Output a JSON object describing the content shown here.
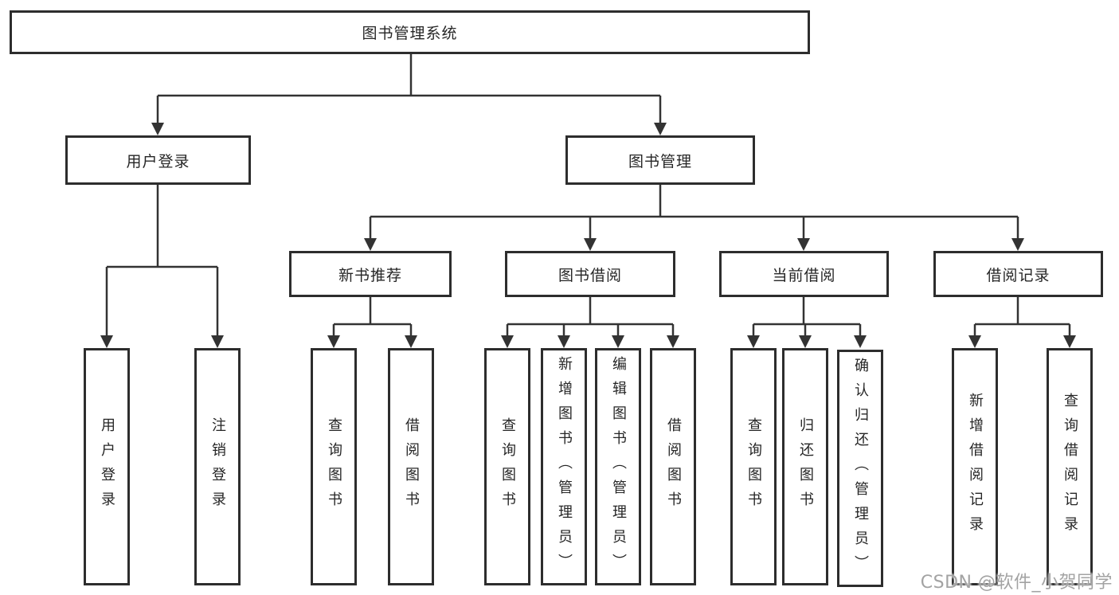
{
  "tree": {
    "root": {
      "label": "图书管理系统"
    },
    "branches": [
      {
        "label": "用户登录",
        "children": [
          {
            "label": "用户登录"
          },
          {
            "label": "注销登录"
          }
        ]
      },
      {
        "label": "图书管理",
        "children": [
          {
            "label": "新书推荐",
            "children": [
              {
                "label": "查询图书"
              },
              {
                "label": "借阅图书"
              }
            ]
          },
          {
            "label": "图书借阅",
            "children": [
              {
                "label": "查询图书"
              },
              {
                "label": "新增图书（管理员）"
              },
              {
                "label": "编辑图书（管理员）"
              },
              {
                "label": "借阅图书"
              }
            ]
          },
          {
            "label": "当前借阅",
            "children": [
              {
                "label": "查询图书"
              },
              {
                "label": "归还图书"
              },
              {
                "label": "确认归还（管理员）"
              }
            ]
          },
          {
            "label": "借阅记录",
            "children": [
              {
                "label": "新增借阅记录"
              },
              {
                "label": "查询借阅记录"
              }
            ]
          }
        ]
      }
    ]
  },
  "watermark": {
    "text": "CSDN @软件_小贺同学"
  },
  "colors": {
    "line": "#333333",
    "box_border": "#2d2d2d",
    "box_fill": "#ffffff",
    "text": "#262626",
    "watermark": "#a3a3a3"
  }
}
